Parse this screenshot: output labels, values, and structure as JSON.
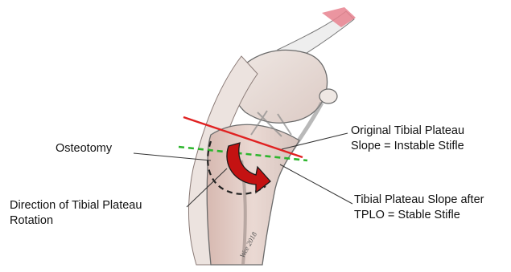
{
  "labels": {
    "osteotomy": "Osteotomy",
    "direction_line1": "Direction of Tibial Plateau",
    "direction_line2": "Rotation",
    "original_line1": "Original Tibial Plateau",
    "original_line2": "Slope  =  Instable Stifle",
    "after_line1": "Tibial Plateau Slope after",
    "after_line2": "TPLO = Stable Stifle"
  },
  "signature": "Wee 2018",
  "colors": {
    "original_slope_line": "#e02020",
    "stable_slope_line": "#2db52d",
    "rotation_arrow": "#c41212",
    "osteotomy_arc": "#222222",
    "leader_lines": "#333333",
    "bone_outline": "#6b6b6b",
    "bone_fill": "#e9e2de",
    "tissue_shade": "#c9a9a0"
  }
}
